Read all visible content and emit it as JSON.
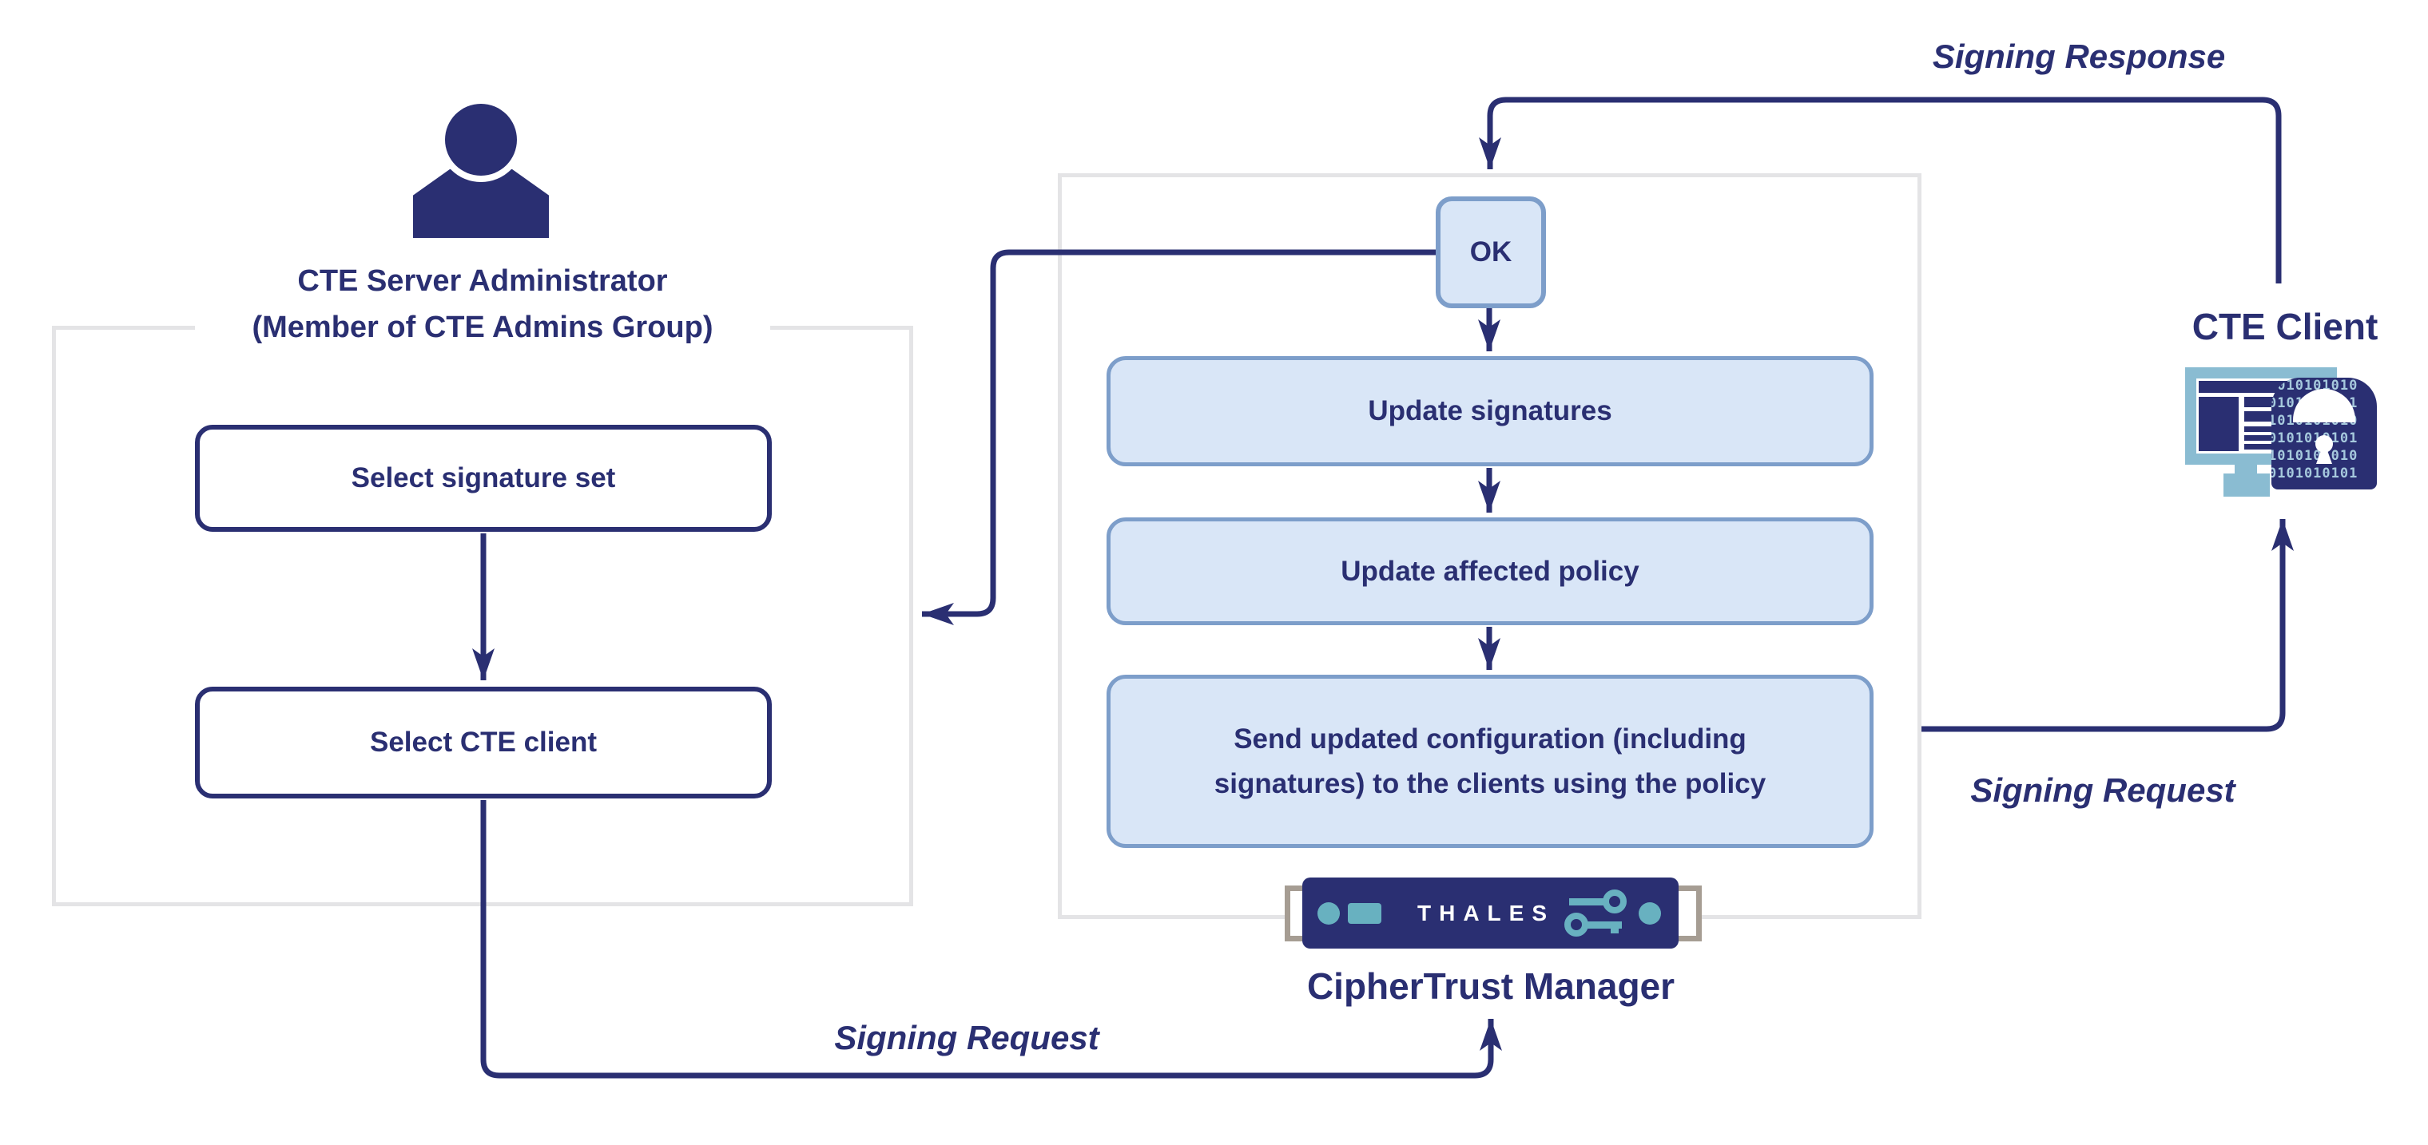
{
  "admin": {
    "name_line1": "CTE Server Administrator",
    "name_line2": "(Member of CTE Admins Group)",
    "step1": "Select signature set",
    "step2": "Select CTE client"
  },
  "manager": {
    "ok": "OK",
    "step1": "Update signatures",
    "step2": "Update affected policy",
    "step3_line1": "Send updated configuration (including",
    "step3_line2": "signatures) to the clients using the policy",
    "brand": "THALES",
    "label": "CipherTrust Manager"
  },
  "client": {
    "label": "CTE Client",
    "binary_rows": [
      "1010101010",
      "0101010101",
      "1010101010",
      "0101010101",
      "1010101010",
      "0101010101"
    ]
  },
  "edges": {
    "signing_response": "Signing Response",
    "signing_request_right": "Signing Request",
    "signing_request_bottom": "Signing Request"
  },
  "colors": {
    "navy": "#2a2f72",
    "box_fill": "#d9e6f7",
    "box_border": "#7d9eca",
    "frame": "#e4e4e6",
    "teal": "#68b1c0",
    "monitor": "#8abcd2",
    "binary": "#a6c9dd",
    "ear": "#a69d93"
  }
}
